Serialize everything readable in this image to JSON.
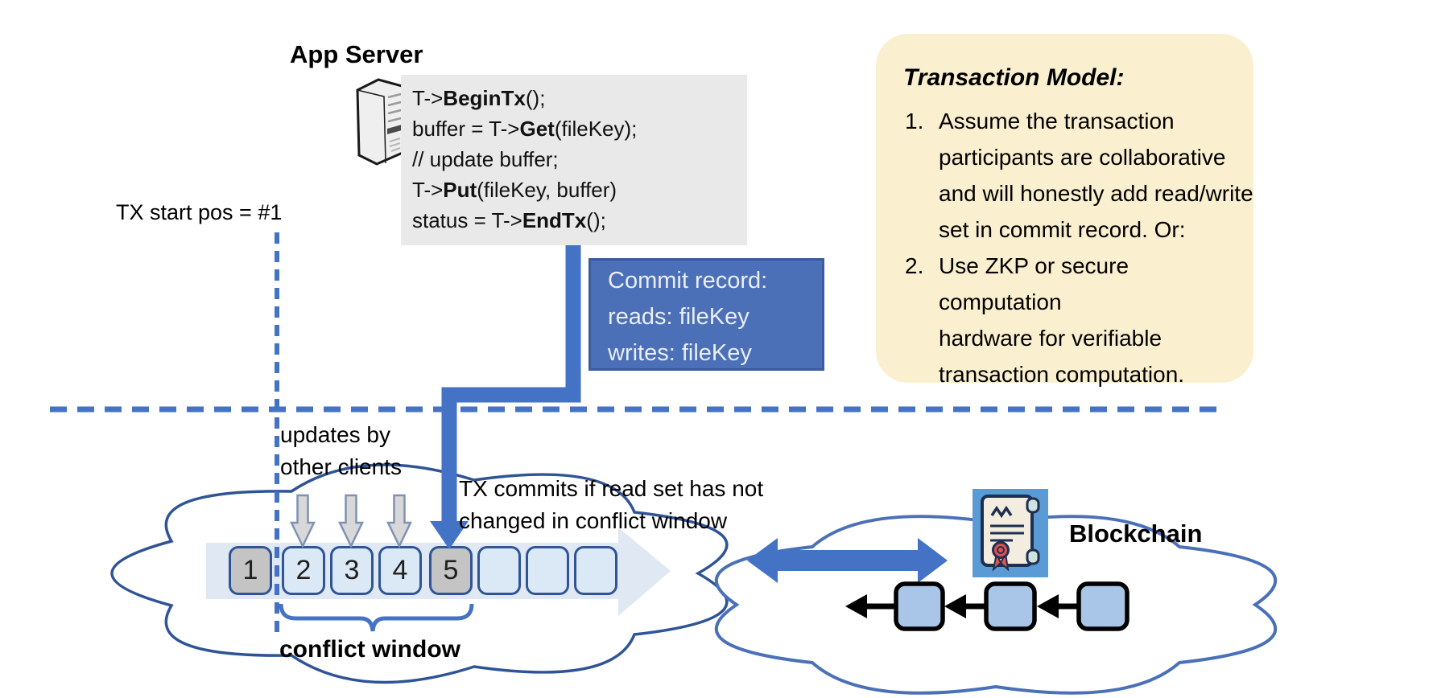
{
  "app_server": {
    "label": "App Server"
  },
  "code": {
    "lines": [
      {
        "pre": "T->",
        "kw": "BeginTx",
        "post": "();"
      },
      {
        "pre": "buffer = T->",
        "kw": "Get",
        "post": "(fileKey);"
      },
      {
        "pre": "// update buffer;",
        "kw": "",
        "post": ""
      },
      {
        "pre": "T->",
        "kw": "Put",
        "post": "(fileKey, buffer)"
      },
      {
        "pre": "status = T->",
        "kw": "EndTx",
        "post": "();"
      }
    ]
  },
  "tx_start": {
    "label": "TX start pos = #1"
  },
  "commit_record": {
    "lines": [
      "Commit record:",
      "reads: fileKey",
      "writes: fileKey"
    ]
  },
  "panel": {
    "title": "Transaction Model:",
    "items": [
      {
        "num": "1.",
        "lines": [
          "Assume the transaction",
          "participants are collaborative",
          "and will honestly add read/write",
          "set in commit record.  Or:"
        ]
      },
      {
        "num": "2.",
        "lines": [
          "Use ZKP or secure computation",
          "hardware for verifiable",
          "transaction computation."
        ]
      }
    ]
  },
  "annotations": {
    "updates_line1": "updates by",
    "updates_line2": "other clients",
    "tx_commits_line1": "TX commits if read set has not",
    "tx_commits_line2": "changed in conflict window",
    "conflict_window": "conflict window",
    "blockchain": "Blockchain"
  },
  "timeline": {
    "blocks": [
      {
        "label": "1",
        "style": "gray"
      },
      {
        "label": "2",
        "style": "blue"
      },
      {
        "label": "3",
        "style": "blue"
      },
      {
        "label": "4",
        "style": "blue"
      },
      {
        "label": "5",
        "style": "gray"
      },
      {
        "label": "",
        "style": "blue"
      },
      {
        "label": "",
        "style": "blue"
      },
      {
        "label": "",
        "style": "blue"
      }
    ]
  },
  "colors": {
    "accent_blue": "#4472C4",
    "dark_blue_border": "#2F5597",
    "commit_box_fill": "#4C70B8",
    "panel_bg": "#FAEFCF",
    "code_bg": "#E9E9E9",
    "block_blue": "#DBE8F6",
    "block_gray": "#C4C4C4",
    "band_blue": "#DBE5F2",
    "chain_block_fill": "#A9C5E8",
    "contract_icon_bg": "#5B9BD5",
    "seal_red": "#E05252"
  }
}
